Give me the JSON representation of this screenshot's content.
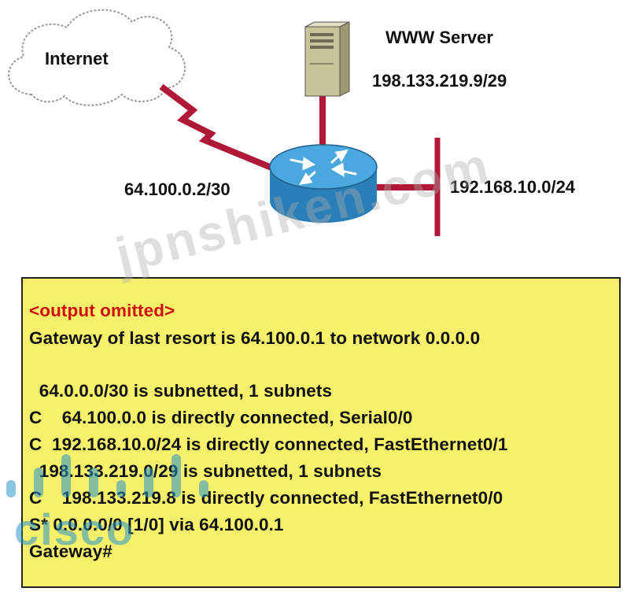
{
  "diagram": {
    "internet_label": "Internet",
    "server_name": "WWW Server",
    "server_ip": "198.133.219.9/29",
    "serial_ip": "64.100.0.2/30",
    "lan_network": "192.168.10.0/24"
  },
  "cli": {
    "lines": [
      "<output omitted>",
      "Gateway of last resort is 64.100.0.1 to network 0.0.0.0",
      "",
      "  64.0.0.0/30 is subnetted, 1 subnets",
      "C    64.100.0.0 is directly connected, Serial0/0",
      "C  192.168.10.0/24 is directly connected, FastEthernet0/1",
      "  198.133.219.0/29 is subnetted, 1 subnets",
      "C    198.133.219.8 is directly connected, FastEthernet0/0",
      "S* 0.0.0.0/0 [1/0] via 64.100.0.1",
      "Gateway#"
    ],
    "highlight_color": "#d01010",
    "text_color": "#111111",
    "box_color": "#f7f06a"
  },
  "watermarks": {
    "site": "jpnshiken.com",
    "logo": "cisco"
  },
  "colors": {
    "link": "#b01838",
    "router_body": "#2a7fb8",
    "router_top": "#4aa8de",
    "server_body": "#c8c49a"
  }
}
